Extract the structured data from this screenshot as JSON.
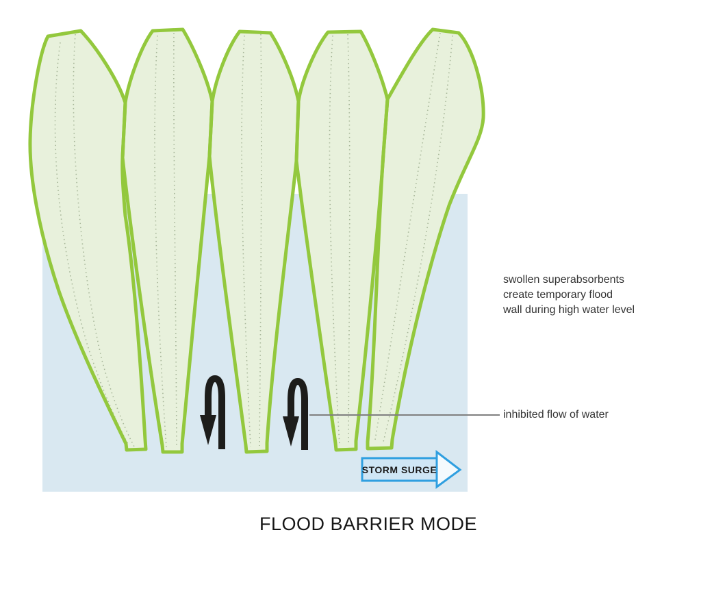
{
  "diagram": {
    "title": "FLOOD BARRIER MODE",
    "annotations": {
      "swollen": {
        "lines": [
          "swollen superabsorbents",
          "create temporary flood",
          "wall during high water level"
        ]
      },
      "inhibited": {
        "label": "inhibited flow of water"
      }
    },
    "storm_surge": {
      "label": "STORM SURGE"
    }
  },
  "icons": {
    "flow_arrow": "u-turn-down-arrow",
    "surge_arrow": "right-block-arrow"
  },
  "colors": {
    "green": "#93c83d",
    "greenFill": "#e8f1dc",
    "water": "#d9e8f1",
    "ink": "#1d1d1b",
    "surge": "#2f9fe0",
    "surgeFill": "#cfe6f5",
    "leader": "#7f7f7f",
    "seam": "#a7b699",
    "text": "#333333"
  }
}
